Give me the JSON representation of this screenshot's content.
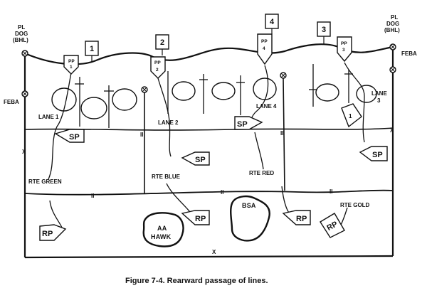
{
  "labels": {
    "pl_dog_left": [
      "PL",
      "DOG",
      "(BHL)"
    ],
    "pl_dog_right": [
      "PL",
      "DOG",
      "(BHL)"
    ],
    "feba_left": "FEBA",
    "feba_right": "FEBA",
    "lane_1": "LANE 1",
    "lane_2": "LANE 2",
    "lane_3": [
      "LANE",
      "3"
    ],
    "lane_4": "LANE 4",
    "rte_green": "RTE GREEN",
    "rte_blue": "RTE BLUE",
    "rte_red": "RTE RED",
    "rte_gold": "RTE GOLD",
    "bsa": "BSA",
    "aa_hawk": [
      "AA",
      "HAWK"
    ]
  },
  "passage_points": [
    {
      "id": "pp1",
      "lines": [
        "PP",
        "1"
      ]
    },
    {
      "id": "pp2",
      "lines": [
        "PP",
        "2"
      ]
    },
    {
      "id": "pp3",
      "lines": [
        "PP",
        "3"
      ]
    },
    {
      "id": "pp4",
      "lines": [
        "PP",
        "4"
      ]
    }
  ],
  "unit_boxes": [
    "1",
    "2",
    "3",
    "4"
  ],
  "lane_marker": "1",
  "symbols": {
    "sp": "SP",
    "rp": "RP"
  },
  "boundary_marks": {
    "x": "X",
    "parallel": "II"
  },
  "caption": "Figure 7-4. Rearward passage of lines."
}
